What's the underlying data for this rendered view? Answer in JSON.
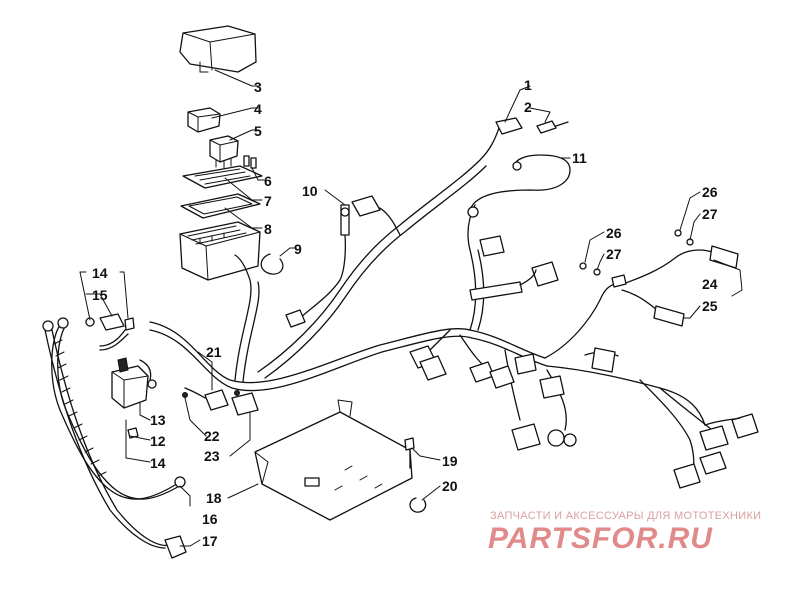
{
  "callouts": [
    "1",
    "2",
    "3",
    "4",
    "5",
    "6",
    "7",
    "8",
    "9",
    "10",
    "11",
    "12",
    "13",
    "14",
    "14",
    "15",
    "16",
    "17",
    "18",
    "19",
    "20",
    "21",
    "22",
    "23",
    "24",
    "25",
    "26",
    "26",
    "27",
    "27"
  ],
  "watermark": {
    "tagline": "ЗАПЧАСТИ И АКСЕССУАРЫ ДЛЯ МОТОТЕХНИКИ",
    "logo": "PARTSFOR.RU",
    "color": "#e08a8a"
  }
}
